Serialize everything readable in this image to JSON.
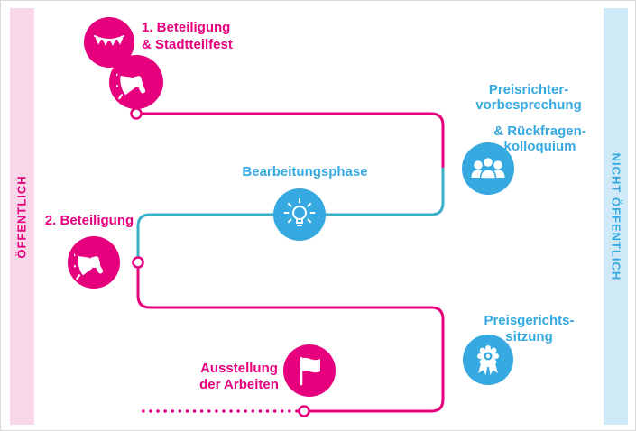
{
  "bands": {
    "left": {
      "label": "ÖFFENTLICH"
    },
    "right": {
      "label": "NICHT ÖFFENTLICH"
    }
  },
  "steps": {
    "beteiligung1": {
      "label": "1. Beteiligung\n& Stadtteilfest",
      "icons": [
        "bunting",
        "megaphone"
      ]
    },
    "preisrichter": {
      "label": "Preisrichter-\nvorbesprechung",
      "label2": "& Rückfragen-\nkolloquium",
      "icon": "jury-group"
    },
    "bearbeitung": {
      "label": "Bearbeitungsphase",
      "icon": "lightbulb"
    },
    "beteiligung2": {
      "label": "2. Beteiligung",
      "icon": "megaphone"
    },
    "preisgericht": {
      "label": "Preisgerichts-\nsitzung",
      "icon": "award-rosette"
    },
    "ausstellung": {
      "label": "Ausstellung\nder Arbeiten",
      "icon": "flag"
    }
  },
  "colors": {
    "pink": "#e6007e",
    "blue": "#36a9e1",
    "teal": "#38afc6",
    "band_pink": "#f8d7e9",
    "band_blue": "#cfe9f7"
  }
}
